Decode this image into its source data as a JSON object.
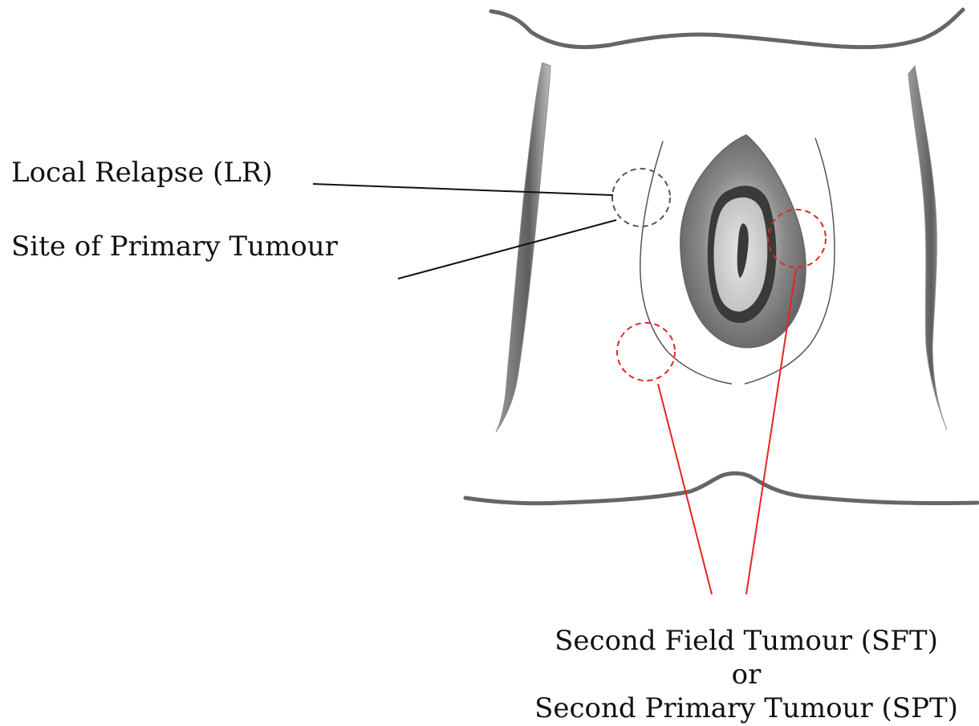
{
  "labels": {
    "local_relapse": "Local Relapse (LR)",
    "site_primary": "Site of Primary Tumour",
    "second_field": "Second Field Tumour (SFT)",
    "or": "or",
    "second_primary": "Second Primary Tumour (SPT)"
  },
  "colors": {
    "leader_black": "#111111",
    "leader_red": "#e8231f",
    "body_outline": "#666666",
    "black_circle": "#555555",
    "red_circle": "#e8231f"
  }
}
